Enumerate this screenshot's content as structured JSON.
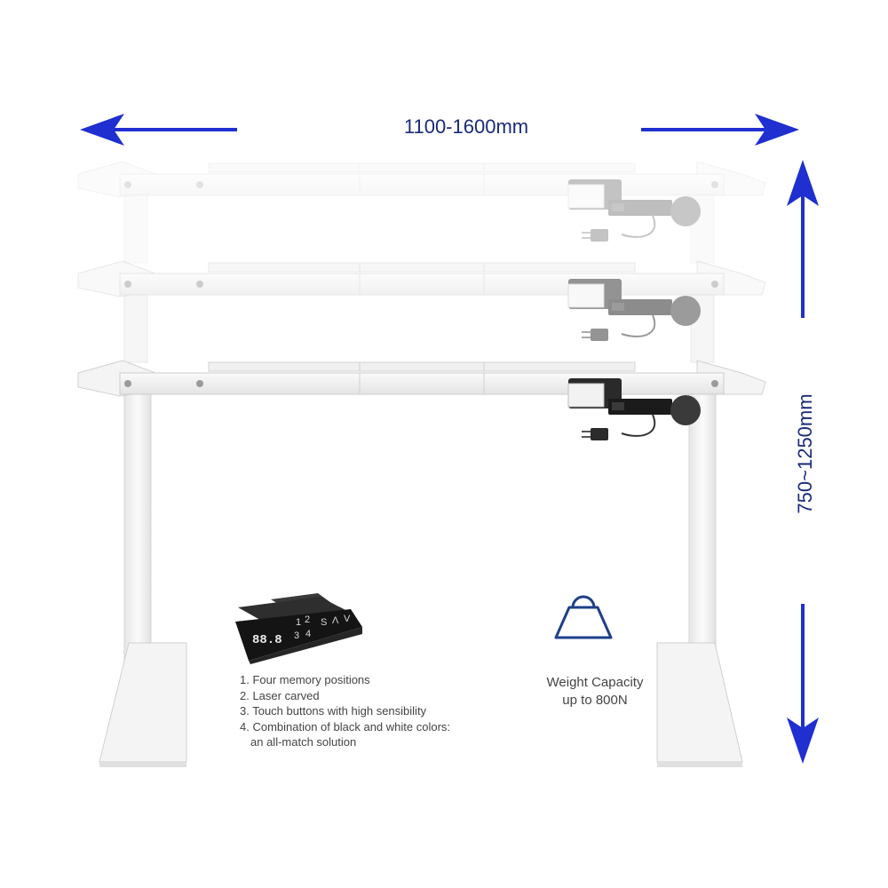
{
  "dimensions": {
    "width_range": "1100-1600mm",
    "height_range": "750~1250mm"
  },
  "controller": {
    "display": "88.8",
    "memory_buttons": [
      "1",
      "2",
      "3",
      "4"
    ],
    "control_symbols": [
      "S",
      "Λ",
      "V"
    ]
  },
  "features": [
    "1. Four memory positions",
    "2. Laser carved",
    "3. Touch buttons with high sensibility",
    "4. Combination of black and white colors:",
    "an all-match solution"
  ],
  "weight": {
    "line1": "Weight Capacity",
    "line2": "up to 800N"
  },
  "colors": {
    "arrow": "#1f2fd0",
    "label": "#1a2a7a",
    "frame": "#f1f1f1",
    "frame_edge": "#cfcfcf",
    "controller": "#1e1e1e"
  }
}
